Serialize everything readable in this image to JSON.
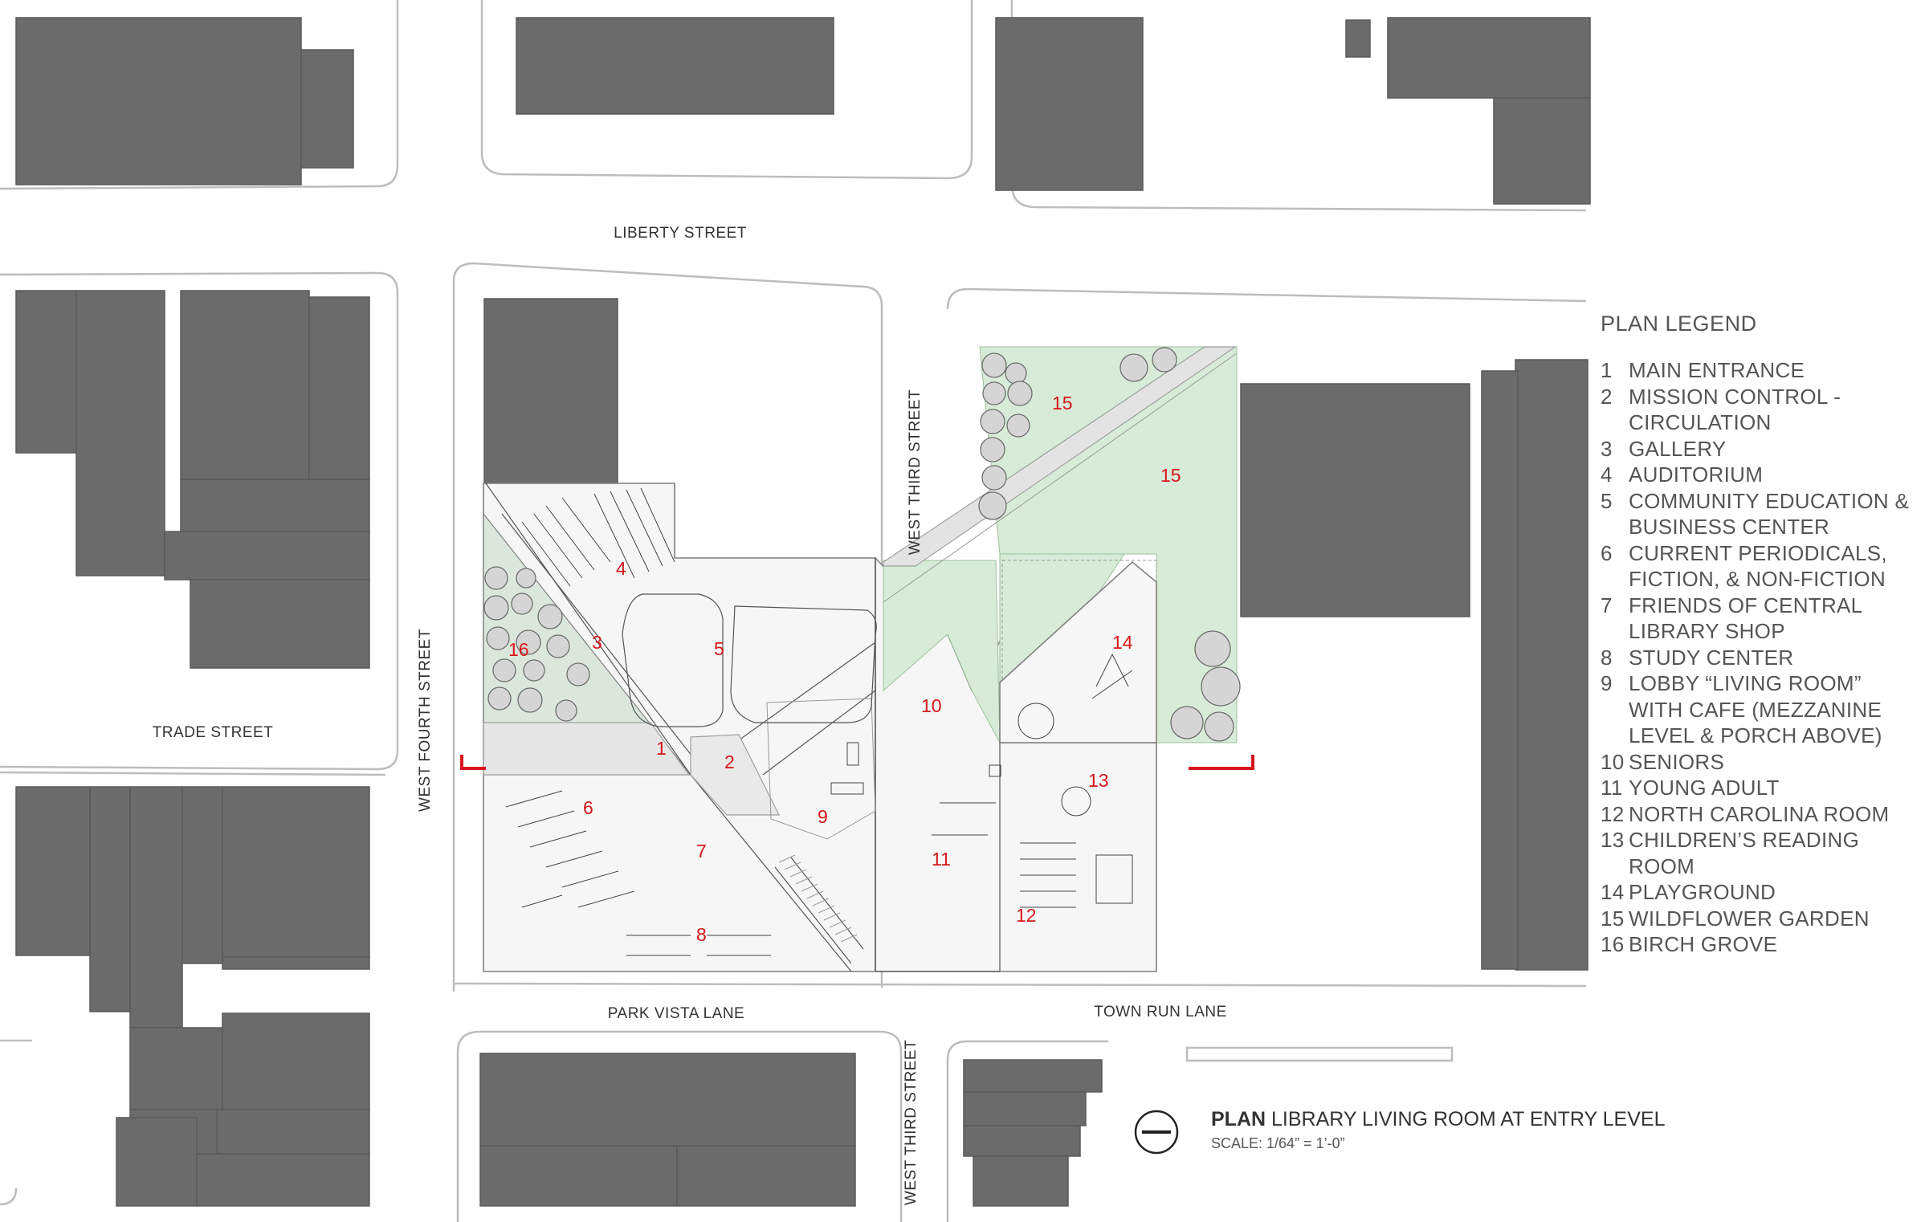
{
  "streets": {
    "liberty": "LIBERTY STREET",
    "trade": "TRADE STREET",
    "west_fourth": "WEST FOURTH STREET",
    "west_third_north": "WEST THIRD STREET",
    "west_third_south": "WEST THIRD STREET",
    "park_vista": "PARK VISTA LANE",
    "town_run": "TOWN RUN LANE"
  },
  "plan_numbers": {
    "n1": "1",
    "n2": "2",
    "n3": "3",
    "n4": "4",
    "n5": "5",
    "n6": "6",
    "n7": "7",
    "n8": "8",
    "n9": "9",
    "n10": "10",
    "n11": "11",
    "n12": "12",
    "n13": "13",
    "n14": "14",
    "n15a": "15",
    "n15b": "15",
    "n16": "16"
  },
  "legend": {
    "title": "PLAN LEGEND",
    "items": [
      {
        "num": "1",
        "text": "MAIN ENTRANCE"
      },
      {
        "num": "2",
        "text": "MISSION CONTROL -"
      },
      {
        "num": "",
        "text": "CIRCULATION"
      },
      {
        "num": "3",
        "text": "GALLERY"
      },
      {
        "num": "4",
        "text": "AUDITORIUM"
      },
      {
        "num": "5",
        "text": "COMMUNITY EDUCATION &"
      },
      {
        "num": "",
        "text": "BUSINESS CENTER"
      },
      {
        "num": "6",
        "text": "CURRENT PERIODICALS,"
      },
      {
        "num": "",
        "text": "FICTION, & NON-FICTION"
      },
      {
        "num": "7",
        "text": "FRIENDS OF CENTRAL"
      },
      {
        "num": "",
        "text": "LIBRARY SHOP"
      },
      {
        "num": "8",
        "text": "STUDY CENTER"
      },
      {
        "num": "9",
        "text": "LOBBY “LIVING ROOM”"
      },
      {
        "num": "",
        "text": "WITH CAFE (MEZZANINE"
      },
      {
        "num": "",
        "text": "LEVEL & PORCH ABOVE)"
      },
      {
        "num": "10",
        "text": "SENIORS"
      },
      {
        "num": "11",
        "text": "YOUNG ADULT"
      },
      {
        "num": "12",
        "text": "NORTH CAROLINA ROOM"
      },
      {
        "num": "13",
        "text": "CHILDREN’S READING"
      },
      {
        "num": "",
        "text": "ROOM"
      },
      {
        "num": "14",
        "text": "PLAYGROUND"
      },
      {
        "num": "15",
        "text": "WILDFLOWER GARDEN"
      },
      {
        "num": "16",
        "text": "BIRCH GROVE"
      }
    ]
  },
  "title_block": {
    "title_bold": "PLAN",
    "title_rest": " LIBRARY LIVING ROOM AT ENTRY LEVEL",
    "scale": "SCALE: 1/64” = 1’-0”"
  },
  "colors": {
    "building": "#6b6b6b",
    "plan_numbers": "#d6151b",
    "garden": "#d8ebd8"
  },
  "icons": {
    "north_arrow": "north-arrow-icon",
    "section_marks": "section-cut-marker-icon"
  }
}
